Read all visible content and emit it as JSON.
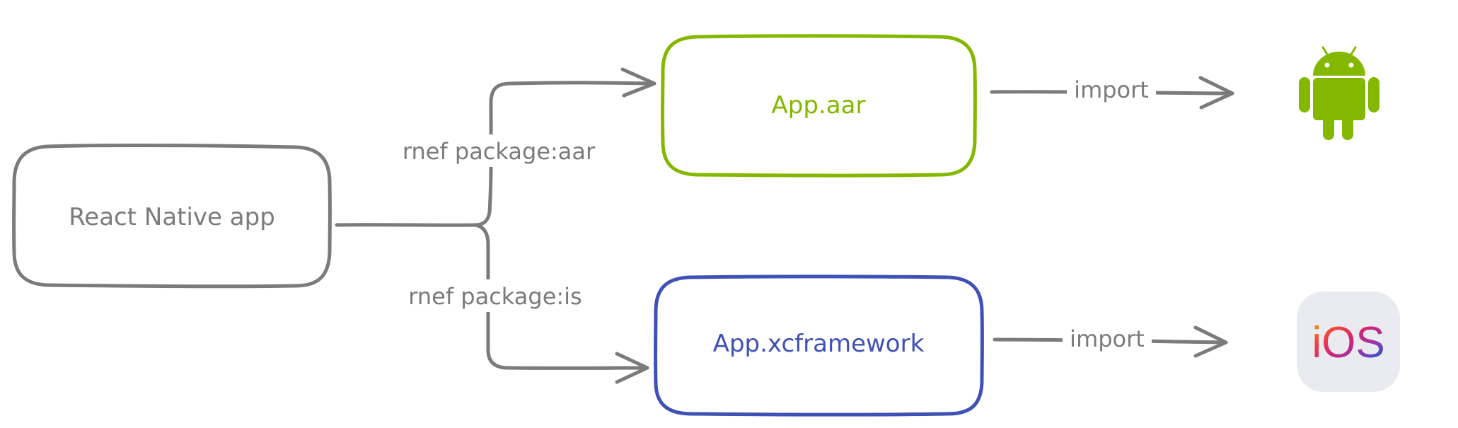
{
  "nodes": {
    "source": {
      "label": "React Native app",
      "color": "#7b7b7b"
    },
    "android_artifact": {
      "label": "App.aar",
      "color": "#84b800"
    },
    "ios_artifact": {
      "label": "App.xcframework",
      "color": "#3f51b5"
    }
  },
  "edges": {
    "to_android": {
      "label": "rnef package:aar"
    },
    "to_ios": {
      "label": "rnef package:is"
    },
    "android_import": {
      "label": "import"
    },
    "ios_import": {
      "label": "import"
    }
  },
  "icons": {
    "android": {
      "name": "android-icon",
      "color": "#84b800"
    },
    "ios": {
      "name": "ios-icon",
      "text": "iOS",
      "background": "#e9ebee"
    }
  },
  "colors": {
    "line": "#7b7b7b",
    "android_green": "#84b800",
    "ios_blue": "#3f51b5"
  }
}
